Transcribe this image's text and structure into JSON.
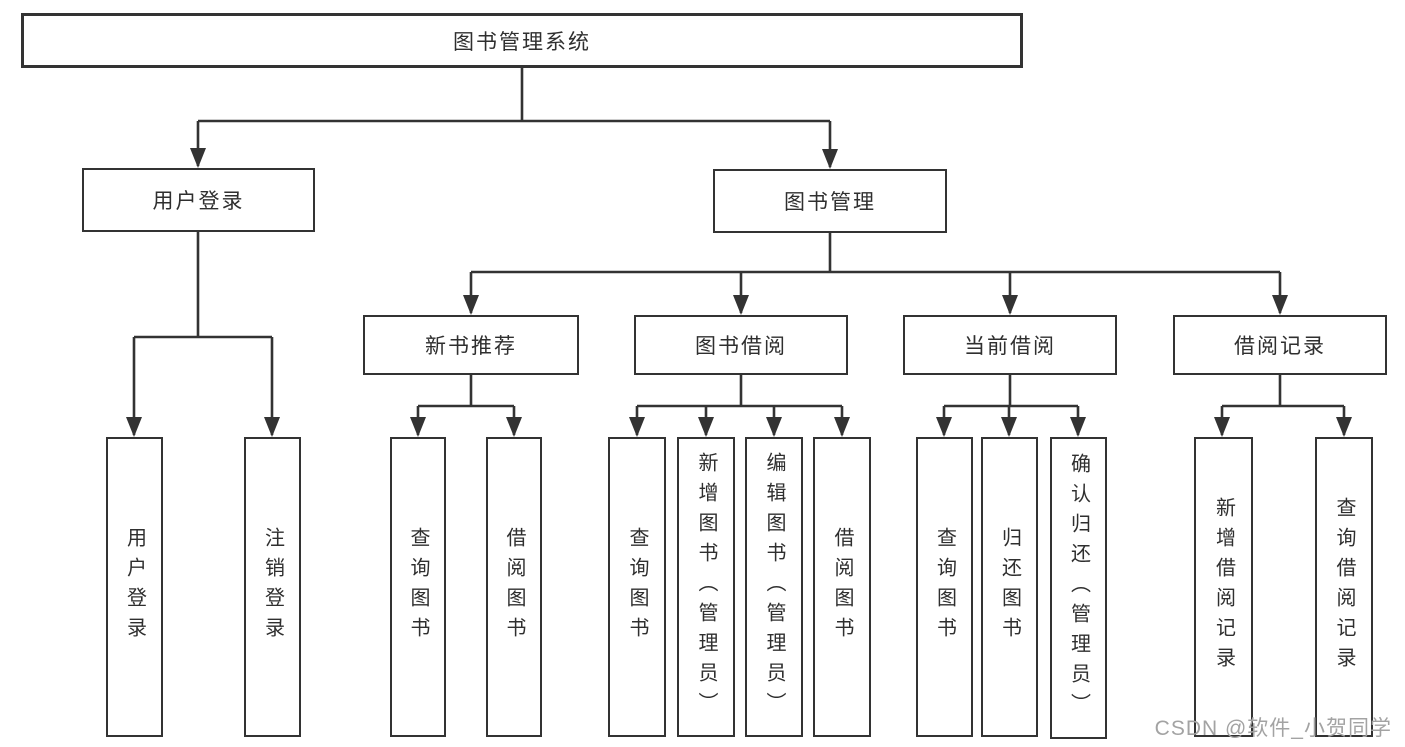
{
  "tree": {
    "root": {
      "label": "图书管理系统"
    },
    "branches": [
      {
        "label": "用户登录",
        "children": [
          {
            "label": "用户登录"
          },
          {
            "label": "注销登录"
          }
        ]
      },
      {
        "label": "图书管理",
        "children": [
          {
            "label": "新书推荐",
            "children": [
              {
                "label": "查询图书"
              },
              {
                "label": "借阅图书"
              }
            ]
          },
          {
            "label": "图书借阅",
            "children": [
              {
                "label": "查询图书"
              },
              {
                "label": "新增图书（管理员）"
              },
              {
                "label": "编辑图书（管理员）"
              },
              {
                "label": "借阅图书"
              }
            ]
          },
          {
            "label": "当前借阅",
            "children": [
              {
                "label": "查询图书"
              },
              {
                "label": "归还图书"
              },
              {
                "label": "确认归还（管理员）"
              }
            ]
          },
          {
            "label": "借阅记录",
            "children": [
              {
                "label": "新增借阅记录"
              },
              {
                "label": "查询借阅记录"
              }
            ]
          }
        ]
      }
    ]
  },
  "watermark": {
    "text": "CSDN @软件_小贺同学"
  },
  "colors": {
    "line": "#333333",
    "box_border": "#333333",
    "text": "#2f2f2f",
    "background": "#ffffff",
    "watermark": "#a3a3a3"
  }
}
